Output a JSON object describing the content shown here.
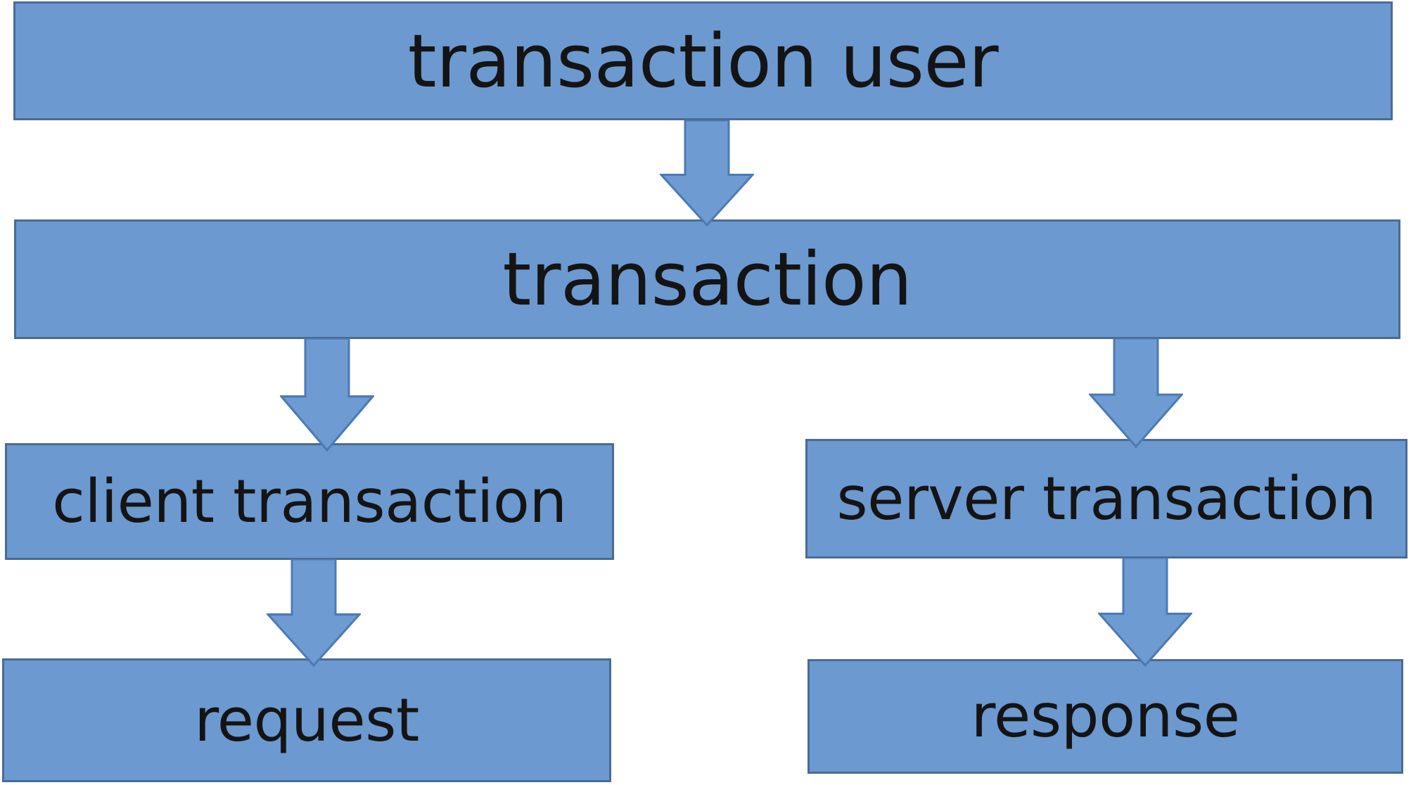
{
  "diagram": {
    "colors": {
      "background": "#ffffff",
      "node_fill": "#6c99cf",
      "node_border": "#4a6b96",
      "arrow_fill": "#6f9bd3",
      "arrow_border": "#4d7ab3",
      "text": "#141414"
    },
    "nodes": [
      {
        "id": "transaction-user",
        "label": "transaction user"
      },
      {
        "id": "transaction",
        "label": "transaction"
      },
      {
        "id": "client-transaction",
        "label": "client transaction"
      },
      {
        "id": "server-transaction",
        "label": "server transaction"
      },
      {
        "id": "request",
        "label": "request"
      },
      {
        "id": "response",
        "label": "response"
      }
    ],
    "edges": [
      {
        "from": "transaction-user",
        "to": "transaction"
      },
      {
        "from": "transaction",
        "to": "client-transaction"
      },
      {
        "from": "transaction",
        "to": "server-transaction"
      },
      {
        "from": "client-transaction",
        "to": "request"
      },
      {
        "from": "server-transaction",
        "to": "response"
      }
    ]
  }
}
